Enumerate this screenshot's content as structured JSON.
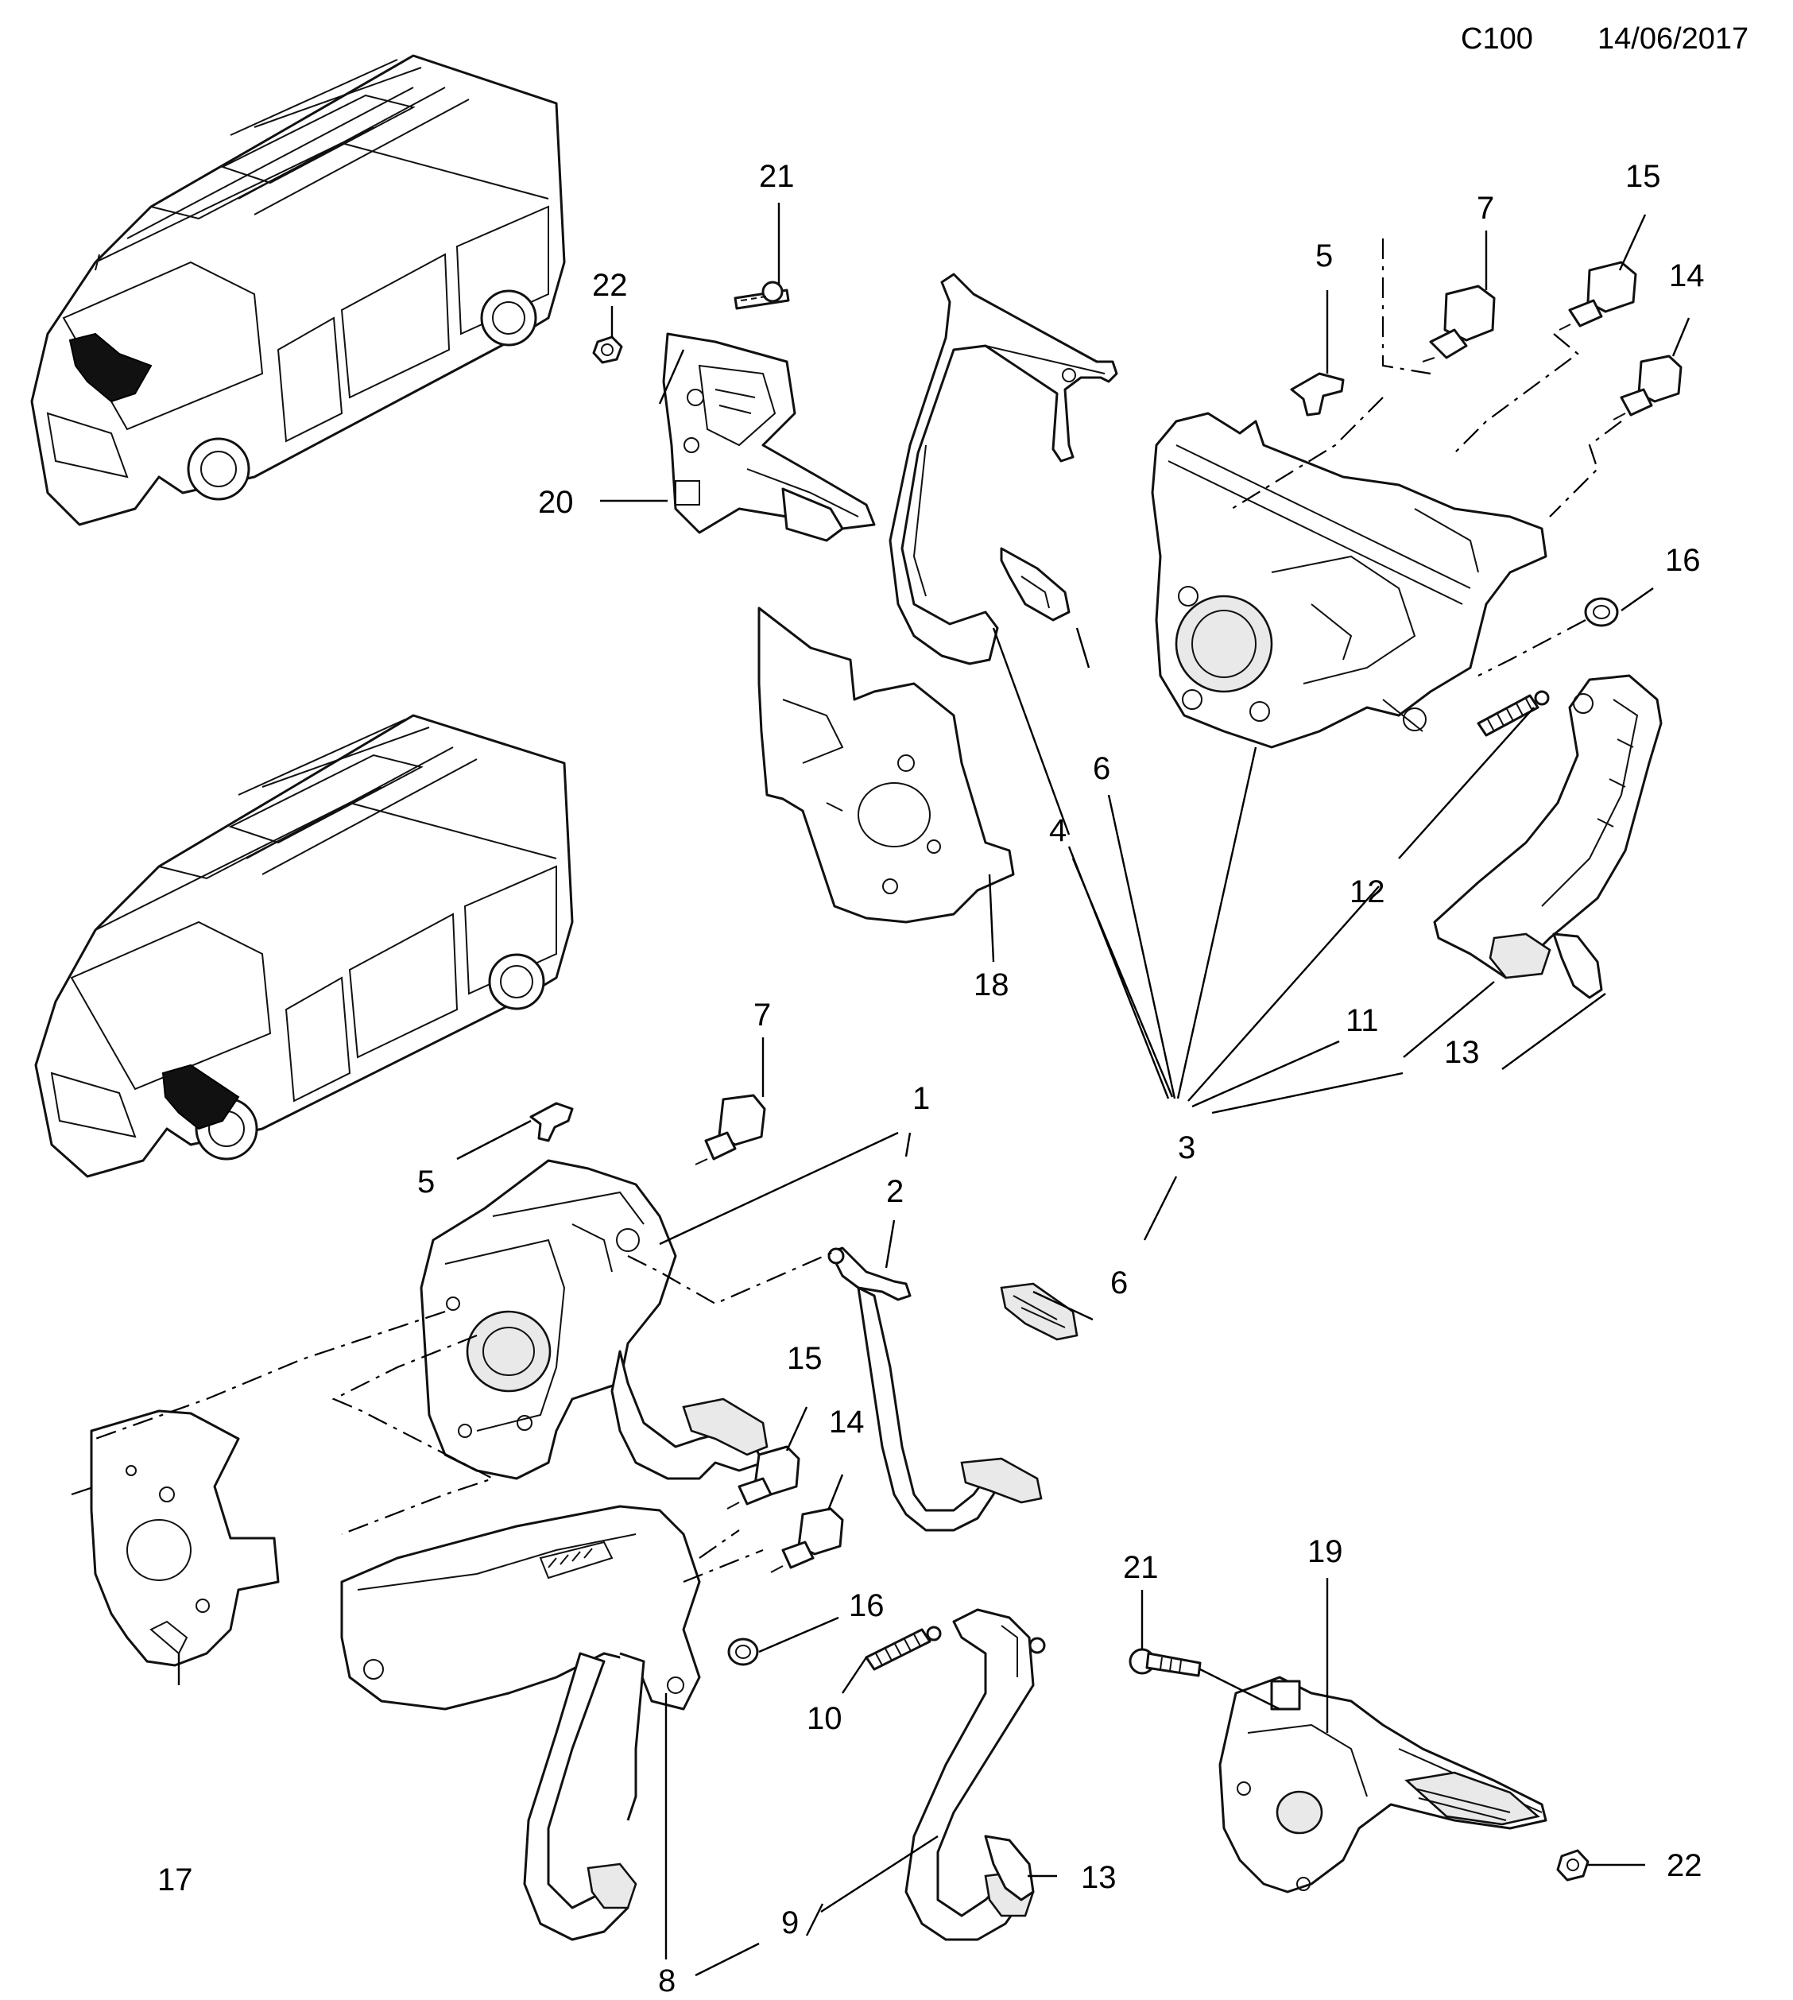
{
  "header": {
    "code": "C100",
    "date": "14/06/2017"
  },
  "callouts": [
    {
      "id": "c21a",
      "text": "21"
    },
    {
      "id": "c22a",
      "text": "22"
    },
    {
      "id": "c20",
      "text": "20"
    },
    {
      "id": "c7a",
      "text": "7"
    },
    {
      "id": "c5a",
      "text": "5"
    },
    {
      "id": "c15a",
      "text": "15"
    },
    {
      "id": "c14a",
      "text": "14"
    },
    {
      "id": "c16a",
      "text": "16"
    },
    {
      "id": "c6a",
      "text": "6"
    },
    {
      "id": "c4",
      "text": "4"
    },
    {
      "id": "c12",
      "text": "12"
    },
    {
      "id": "c18",
      "text": "18"
    },
    {
      "id": "c11",
      "text": "11"
    },
    {
      "id": "c13a",
      "text": "13"
    },
    {
      "id": "c3",
      "text": "3"
    },
    {
      "id": "c7b",
      "text": "7"
    },
    {
      "id": "c1",
      "text": "1"
    },
    {
      "id": "c5b",
      "text": "5"
    },
    {
      "id": "c2",
      "text": "2"
    },
    {
      "id": "c6b",
      "text": "6"
    },
    {
      "id": "c15b",
      "text": "15"
    },
    {
      "id": "c14b",
      "text": "14"
    },
    {
      "id": "c16b",
      "text": "16"
    },
    {
      "id": "c21b",
      "text": "21"
    },
    {
      "id": "c19",
      "text": "19"
    },
    {
      "id": "c10",
      "text": "10"
    },
    {
      "id": "c9",
      "text": "9"
    },
    {
      "id": "c17",
      "text": "17"
    },
    {
      "id": "c8",
      "text": "8"
    },
    {
      "id": "c13b",
      "text": "13"
    },
    {
      "id": "c22b",
      "text": "22"
    }
  ]
}
